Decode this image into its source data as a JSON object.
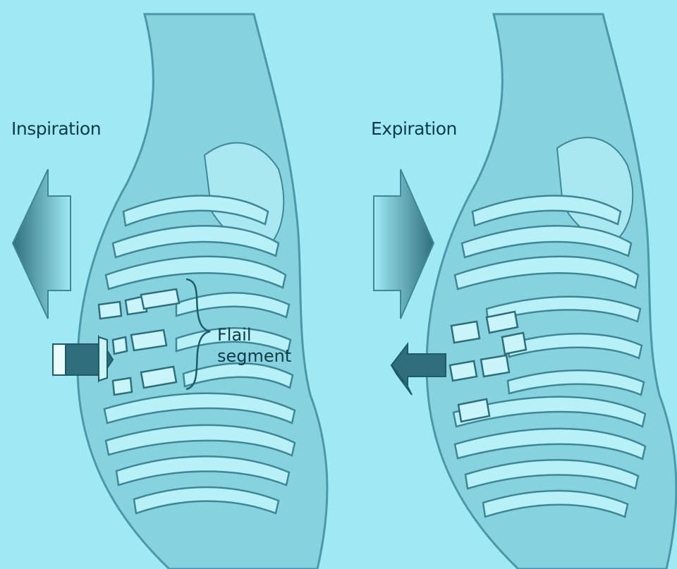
{
  "panels": {
    "left": {
      "label": "Inspiration"
    },
    "right": {
      "label": "Expiration"
    }
  },
  "annotation": {
    "line1": "Flail",
    "line2": "segment"
  },
  "colors": {
    "background": "#9fe9f5",
    "body": "#86d3df",
    "body_outline": "#4a98a8",
    "rib": "#b8f0f7",
    "rib_outline": "#3f8796",
    "arrow_dark": "#2f6f7c",
    "text": "#0d3b47"
  },
  "icons": [
    "arrow-left-icon",
    "arrow-right-icon",
    "push-in-arrow-icon",
    "push-out-arrow-icon",
    "brace-icon"
  ]
}
